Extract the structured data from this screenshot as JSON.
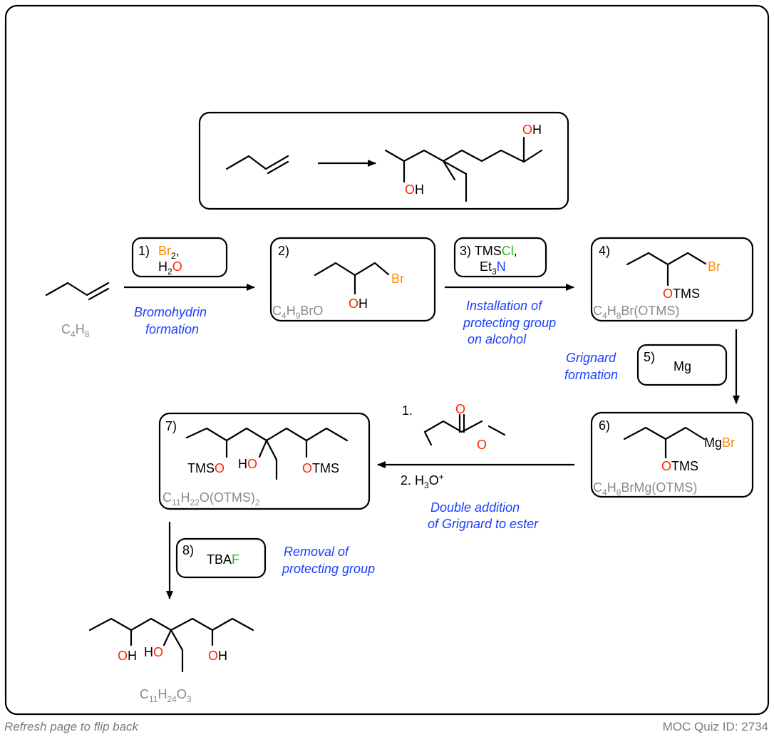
{
  "steps": {
    "s1": {
      "num": "1)",
      "reagent_line1_elem": "Br",
      "reagent_line1_sub": "2",
      "reagent_line1_tail": ",",
      "reagent_line2_a": "H",
      "reagent_line2_sub": "2",
      "reagent_line2_elem": "O"
    },
    "s2": {
      "num": "2)",
      "br": "Br",
      "oh_o": "O",
      "oh_h": "H",
      "formula_a": "C",
      "formula_sub1": "4",
      "formula_b": "H",
      "formula_sub2": "9",
      "formula_c": "BrO"
    },
    "s3": {
      "num": "3)",
      "reagent_a": "TMS",
      "reagent_cl": "Cl",
      "reagent_comma": ",",
      "reagent_b": "Et",
      "reagent_sub": "3",
      "reagent_n": "N"
    },
    "s4": {
      "num": "4)",
      "br": "Br",
      "o": "O",
      "tms": "TMS",
      "formula_a": "C",
      "formula_sub1": "4",
      "formula_b": "H",
      "formula_sub2": "8",
      "formula_c": "Br(OTMS)"
    },
    "s5": {
      "num": "5)",
      "reagent": "Mg"
    },
    "s6": {
      "num": "6)",
      "mg": "Mg",
      "br": "Br",
      "o": "O",
      "tms": "TMS",
      "formula_a": "C",
      "formula_sub1": "4",
      "formula_b": "H",
      "formula_sub2": "8",
      "formula_c": "BrMg(OTMS)"
    },
    "s7": {
      "num": "7)",
      "tms_left": "TMS",
      "o_left": "O",
      "ho_h": "H",
      "ho_o": "O",
      "o_right": "O",
      "tms_right": "TMS",
      "formula_a": "C",
      "formula_sub1": "11",
      "formula_b": "H",
      "formula_sub2": "22",
      "formula_c": "O(OTMS)",
      "formula_sub3": "2"
    },
    "s8": {
      "num": "8)",
      "reagent_a": "TBA",
      "reagent_f": "F"
    },
    "ester_step": {
      "num1": "1.",
      "o_carbonyl": "O",
      "o_ester": "O",
      "num2": "2.",
      "h3o_a": "H",
      "h3o_sub": "3",
      "h3o_b": "O",
      "h3o_sup": "+"
    }
  },
  "start": {
    "formula_a": "C",
    "formula_sub1": "4",
    "formula_b": "H",
    "formula_sub2": "8"
  },
  "target_box": {
    "oh_top_o": "O",
    "oh_top_h": "H",
    "oh_bot_o": "O",
    "oh_bot_h": "H"
  },
  "final": {
    "o1": "O",
    "h1": "H",
    "ho_h": "H",
    "ho_o": "O",
    "o2": "O",
    "h2": "H",
    "formula_a": "C",
    "formula_sub1": "11",
    "formula_b": "H",
    "formula_sub2": "24",
    "formula_c": "O",
    "formula_sub3": "3"
  },
  "notes": {
    "bromohydrin_1": "Bromohydrin",
    "bromohydrin_2": "formation",
    "protect_1": "Installation of",
    "protect_2": "protecting group",
    "protect_3": "on alcohol",
    "grignard_1": "Grignard",
    "grignard_2": "formation",
    "double_1": "Double addition",
    "double_2": "of Grignard to ester",
    "removal_1": "Removal of",
    "removal_2": "protecting group"
  },
  "footer": {
    "left": "Refresh page to flip back",
    "right": "MOC Quiz ID: 2734"
  },
  "colors": {
    "oxygen": "#ff2200",
    "bromine": "#ff8c00",
    "chlorine_fluorine": "#22bb22",
    "nitrogen": "#1a3fff",
    "note": "#1a3fff",
    "formula": "#8a8a8a"
  }
}
